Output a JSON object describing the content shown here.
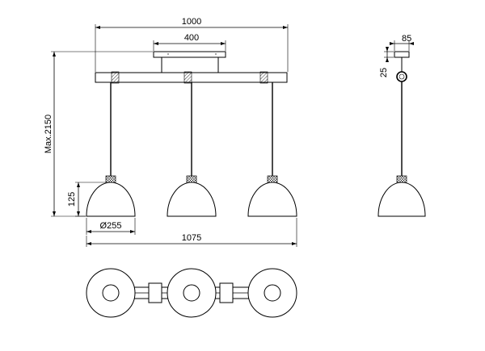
{
  "dimensions": {
    "overall_bar_width": "1000",
    "canopy_width": "400",
    "total_width": "1075",
    "max_height": "Max.2150",
    "shade_height": "125",
    "shade_diameter": "Ø255",
    "canopy_depth": "85",
    "canopy_height": "25"
  },
  "colors": {
    "line": "#000000",
    "background": "#ffffff",
    "hatch_fill": "#dddddd"
  }
}
